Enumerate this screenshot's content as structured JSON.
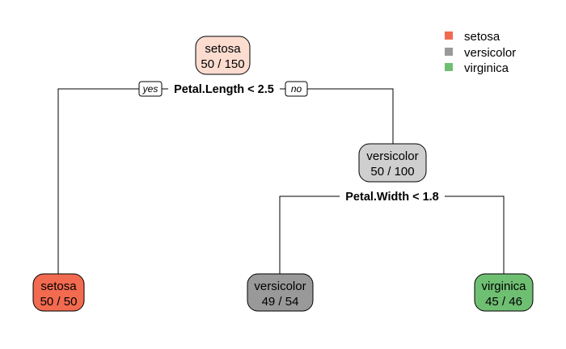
{
  "tree": {
    "nodes": {
      "root": {
        "class": "setosa",
        "count": "50 / 150",
        "color": "#fbdccf"
      },
      "left_leaf": {
        "class": "setosa",
        "count": "50 / 50",
        "color": "#f26a4f"
      },
      "right_inner": {
        "class": "versicolor",
        "count": "50 / 100",
        "color": "#cfcfcf"
      },
      "right_left_leaf": {
        "class": "versicolor",
        "count": "49 / 54",
        "color": "#999999"
      },
      "right_right_leaf": {
        "class": "virginica",
        "count": "45 / 46",
        "color": "#6fbf73"
      }
    },
    "splits": {
      "root_split": "Petal.Length < 2.5",
      "right_split": "Petal.Width < 1.8"
    },
    "branch_tags": {
      "yes": "yes",
      "no": "no"
    }
  },
  "legend": [
    {
      "label": "setosa",
      "color": "#f26a4f"
    },
    {
      "label": "versicolor",
      "color": "#999999"
    },
    {
      "label": "virginica",
      "color": "#6fbf73"
    }
  ]
}
